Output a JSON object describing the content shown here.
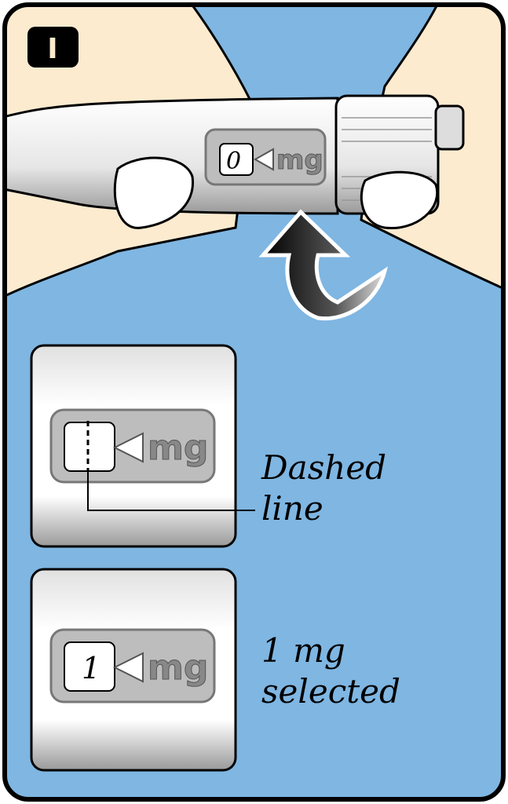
{
  "step": {
    "badge": "I"
  },
  "pen": {
    "dose_display": "0",
    "unit": "mg"
  },
  "panels": [
    {
      "display": "",
      "unit": "mg",
      "caption_line1": "Dashed",
      "caption_line2": "line"
    },
    {
      "display": "1",
      "unit": "mg",
      "caption_line1": "1 mg",
      "caption_line2": "selected"
    }
  ],
  "colors": {
    "background": "#7fb6e2",
    "skin": "#fdebd0",
    "outline": "#000000"
  }
}
